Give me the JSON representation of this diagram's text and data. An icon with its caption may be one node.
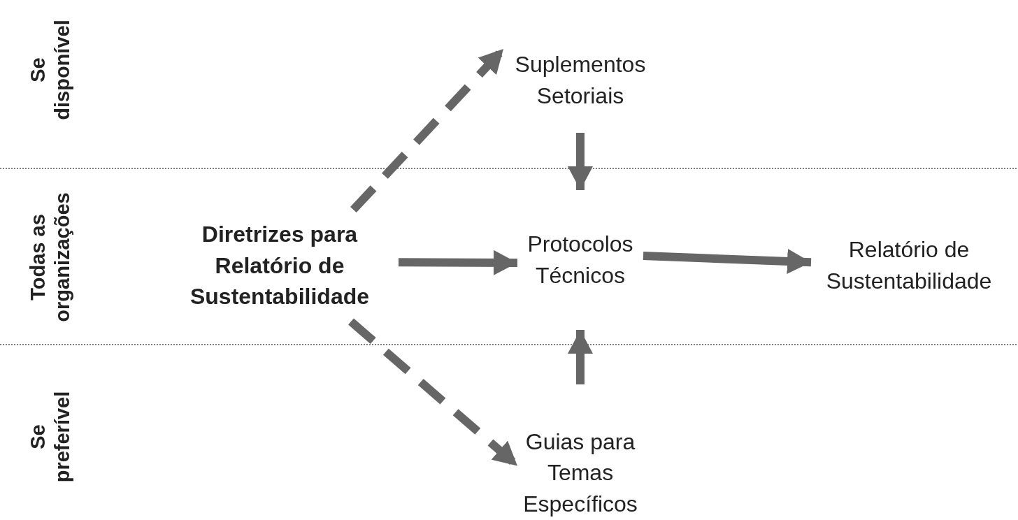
{
  "diagram": {
    "nodes": [
      {
        "text": [
          "Suplementos Setoriais"
        ]
      },
      {
        "text": [
          "Diretrizes para Relatório de Sustentabilidade"
        ]
      },
      {
        "text": [
          "Protocolos Técnicos"
        ]
      },
      {
        "text": [
          "Relatório de Sustentabilidade"
        ]
      },
      {
        "text": [
          "Guias para Temas Específicos"
        ]
      }
    ],
    "edges": [
      {
        "from": 1,
        "to": 0,
        "arrow": "to",
        "style": "dashed"
      },
      {
        "from": 1,
        "to": 2,
        "arrow": "to"
      },
      {
        "from": 1,
        "to": 4,
        "arrow": "to",
        "style": "dashed"
      },
      {
        "from": 0,
        "to": 2,
        "arrow": "to"
      },
      {
        "from": 4,
        "to": 2,
        "arrow": "to"
      },
      {
        "from": 2,
        "to": 3,
        "arrow": "to"
      }
    ],
    "labels": [
      "Se disponível",
      "Todas as organizações",
      "Se preferível"
    ]
  }
}
